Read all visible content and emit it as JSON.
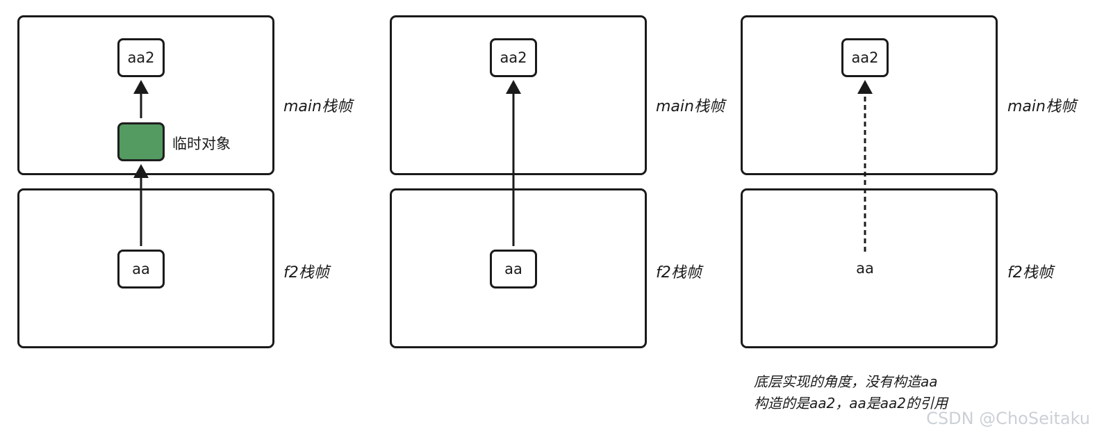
{
  "panels": [
    {
      "top_node": "aa2",
      "temp_label": "临时对象",
      "bottom_node": "aa",
      "main_label": "main栈帧",
      "f2_label": "f2栈帧"
    },
    {
      "top_node": "aa2",
      "bottom_node": "aa",
      "main_label": "main栈帧",
      "f2_label": "f2栈帧"
    },
    {
      "top_node": "aa2",
      "bottom_node": "aa",
      "main_label": "main栈帧",
      "f2_label": "f2栈帧",
      "note_lines": [
        "底层实现的角度，没有构造aa",
        "构造的是aa2，aa是aa2的引用"
      ]
    }
  ],
  "watermark": "CSDN @ChoSeitaku",
  "colors": {
    "temp_object": "#549b62",
    "stroke": "#1a1a1a"
  }
}
